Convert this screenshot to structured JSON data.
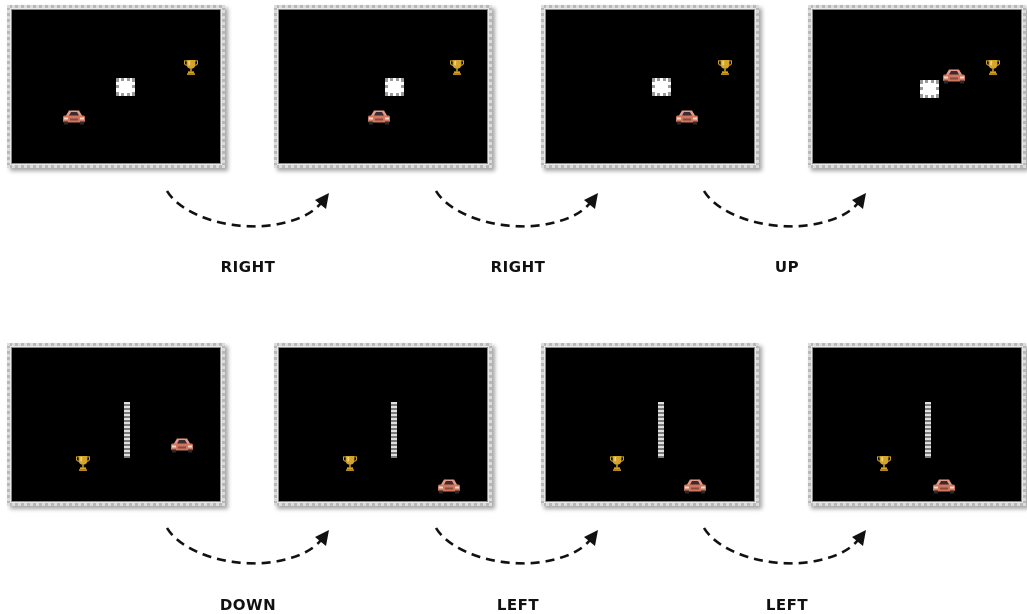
{
  "actions_row1": [
    "RIGHT",
    "RIGHT",
    "UP"
  ],
  "actions_row2": [
    "DOWN",
    "LEFT",
    "LEFT"
  ],
  "colors": {
    "background": "#000000",
    "border": "#b8b8b8",
    "car": "#d9816a",
    "trophy": "#c9a227",
    "arrow": "#111111"
  },
  "icons": {
    "agent": "car-icon",
    "goal": "trophy-icon",
    "obstacle": "wall-icon"
  }
}
